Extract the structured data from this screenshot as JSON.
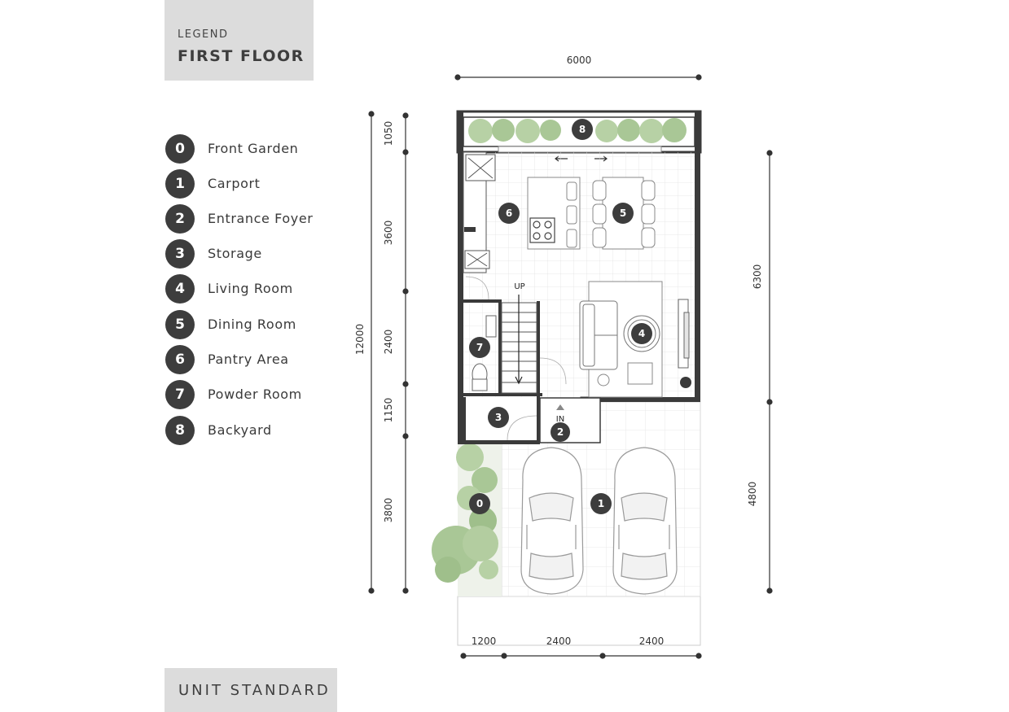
{
  "header": {
    "subtitle": "LEGEND",
    "title": "FIRST FLOOR"
  },
  "legend": [
    {
      "num": "0",
      "label": "Front Garden"
    },
    {
      "num": "1",
      "label": "Carport"
    },
    {
      "num": "2",
      "label": "Entrance Foyer"
    },
    {
      "num": "3",
      "label": "Storage"
    },
    {
      "num": "4",
      "label": "Living Room"
    },
    {
      "num": "5",
      "label": "Dining Room"
    },
    {
      "num": "6",
      "label": "Pantry Area"
    },
    {
      "num": "7",
      "label": "Powder Room"
    },
    {
      "num": "8",
      "label": "Backyard"
    }
  ],
  "footer": {
    "unit": "UNIT STANDARD"
  },
  "plan": {
    "dims": {
      "top_width": "6000",
      "total_depth": "12000",
      "backyard": "1050",
      "pantry_dining": "3600",
      "living": "2400",
      "foyer_storage": "1150",
      "carport": "3800",
      "right_upper": "6300",
      "right_lower": "4800",
      "bottom_garden": "1200",
      "bottom_car_1": "2400",
      "bottom_car_2": "2400"
    },
    "labels": {
      "up": "UP",
      "in": "IN"
    },
    "markers": {
      "garden": "0",
      "carport": "1",
      "foyer": "2",
      "storage": "3",
      "living": "4",
      "dining": "5",
      "pantry": "6",
      "powder": "7",
      "backyard": "8"
    },
    "colors": {
      "wall": "#3a3a3a",
      "plant": "#a9c796",
      "plant_dark": "#8fb07c",
      "floor_line": "#e0e0e0",
      "marker": "#3d3d3d"
    }
  }
}
